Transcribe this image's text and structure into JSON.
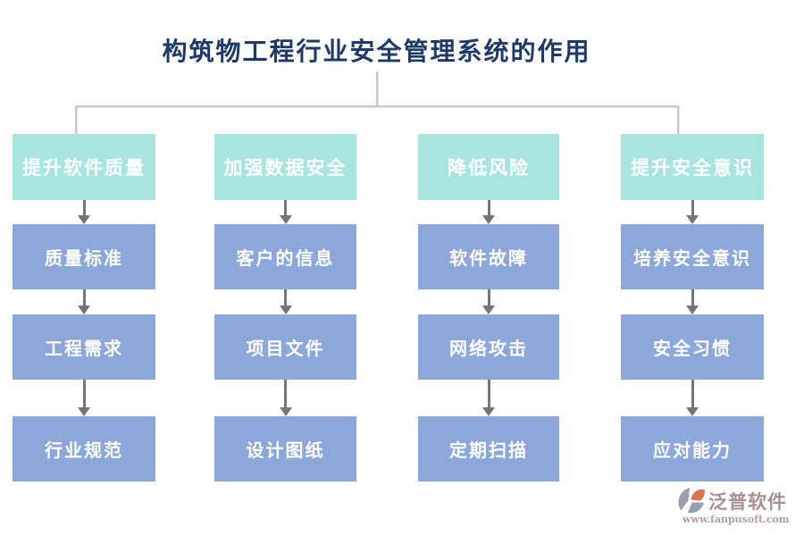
{
  "title": "构筑物工程行业安全管理系统的作用",
  "colors": {
    "header_bg": "#a7e5de",
    "item_bg": "#8ca7da",
    "title_text": "#1e3a68",
    "connector_line": "#c6c6c6",
    "arrow": "#757575",
    "logo_text": "#a79090",
    "logo_url_text": "#b59e9e",
    "logo_accent": "#de7450"
  },
  "columns": [
    {
      "header": "提升软件质量",
      "items": [
        "质量标准",
        "工程需求",
        "行业规范"
      ]
    },
    {
      "header": "加强数据安全",
      "items": [
        "客户的信息",
        "项目文件",
        "设计图纸"
      ]
    },
    {
      "header": "降低风险",
      "items": [
        "软件故障",
        "网络攻击",
        "定期扫描"
      ]
    },
    {
      "header": "提升安全意识",
      "items": [
        "培养安全意识",
        "安全习惯",
        "应对能力"
      ]
    }
  ],
  "logo": {
    "name": "泛普软件",
    "url": "www.fanpusoft.com"
  }
}
